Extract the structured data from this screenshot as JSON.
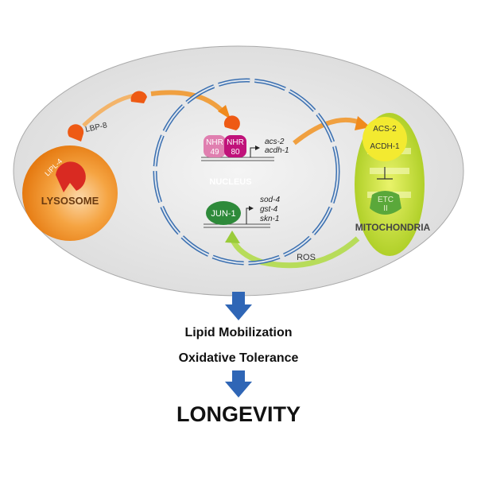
{
  "lysosome": {
    "label": "LYSOSOME",
    "enzyme": "LIPL-4",
    "carrier": "LBP-8"
  },
  "nucleus": {
    "label": "NUCLEUS",
    "tf1": [
      "NHR",
      "49"
    ],
    "tf2": [
      "NHR",
      "80"
    ],
    "targets1": [
      "acs-2",
      "acdh-1"
    ],
    "tf3": "JUN-1",
    "targets2": [
      "sod-4",
      "gst-4",
      "skn-1"
    ]
  },
  "mitochondria": {
    "label": "MITOCHONDRIA",
    "enzyme1": "ACS-2",
    "enzyme2": "ACDH-1",
    "etc": [
      "ETC",
      "II"
    ],
    "ros": "ROS"
  },
  "outcomes": {
    "line1": "Lipid Mobilization",
    "line2": "Oxidative Tolerance",
    "final": "LONGEVITY"
  },
  "colors": {
    "cell": "#e8e8e8",
    "lysosome": "#f08a1c",
    "lipid": "#ee5a14",
    "nucleus": "#3a6fb0",
    "mito": "#b8d82a",
    "arrow": "#2f66b6"
  }
}
